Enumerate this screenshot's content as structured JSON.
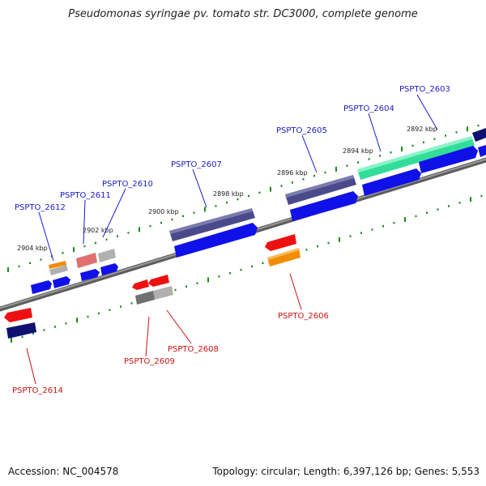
{
  "title": "Pseudomonas syringae pv. tomato str. DC3000, complete genome",
  "footer": {
    "accession": "Accession: NC_004578",
    "topology": "Topology: circular; Length: 6,397,126 bp; Genes: 5,553"
  },
  "colors": {
    "forward_label": "#1a1acc",
    "reverse_label": "#cc1111",
    "backbone": "#808080",
    "tick": "#1a8a1a",
    "cds_blue": "#1010e8",
    "cds_purple": "#4a4a8a",
    "cds_red": "#ee1010",
    "cds_orange": "#f28c00",
    "cds_navy": "#101070",
    "cds_green": "#33dd99",
    "cds_gray": "#b0b0b0",
    "cds_darkgray": "#707070",
    "cds_pink": "#e07070"
  },
  "ticks": [
    {
      "label": "2892 kbp"
    },
    {
      "label": "2894 kbp"
    },
    {
      "label": "2896 kbp"
    },
    {
      "label": "2898 kbp"
    },
    {
      "label": "2900 kbp"
    },
    {
      "label": "2902 kbp"
    },
    {
      "label": "2904 kbp"
    }
  ],
  "forward_genes": [
    {
      "name": "PSPTO_2603"
    },
    {
      "name": "PSPTO_2604"
    },
    {
      "name": "PSPTO_2605"
    },
    {
      "name": "PSPTO_2607"
    },
    {
      "name": "PSPTO_2610"
    },
    {
      "name": "PSPTO_2611"
    },
    {
      "name": "PSPTO_2612"
    }
  ],
  "reverse_genes": [
    {
      "name": "PSPTO_2606"
    },
    {
      "name": "PSPTO_2608"
    },
    {
      "name": "PSPTO_2609"
    },
    {
      "name": "PSPTO_2614"
    }
  ]
}
